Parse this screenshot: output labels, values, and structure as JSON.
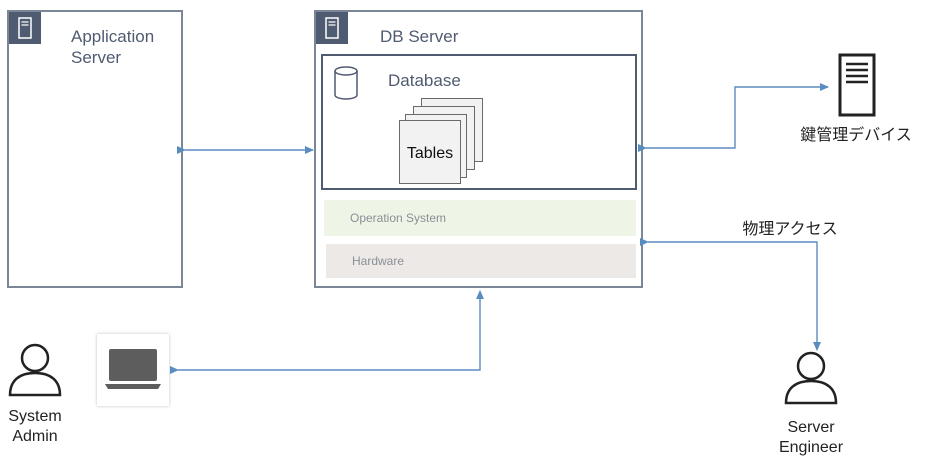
{
  "app_server": {
    "title": "Application\nServer"
  },
  "db_server": {
    "title": "DB Server",
    "database_label": "Database",
    "tables_label": "Tables",
    "os_label": "Operation System",
    "hardware_label": "Hardware"
  },
  "key_device": {
    "label": "鍵管理デバイス"
  },
  "physical_access": {
    "label": "物理アクセス"
  },
  "system_admin": {
    "label": "System\nAdmin"
  },
  "server_engineer": {
    "label": "Server\nEngineer"
  },
  "colors": {
    "arrow": "#5b8cc0",
    "frame": "#7b8696",
    "accent": "#4f5b70",
    "os_band": "#eef5e6",
    "hardware_band": "#ece9e6"
  }
}
